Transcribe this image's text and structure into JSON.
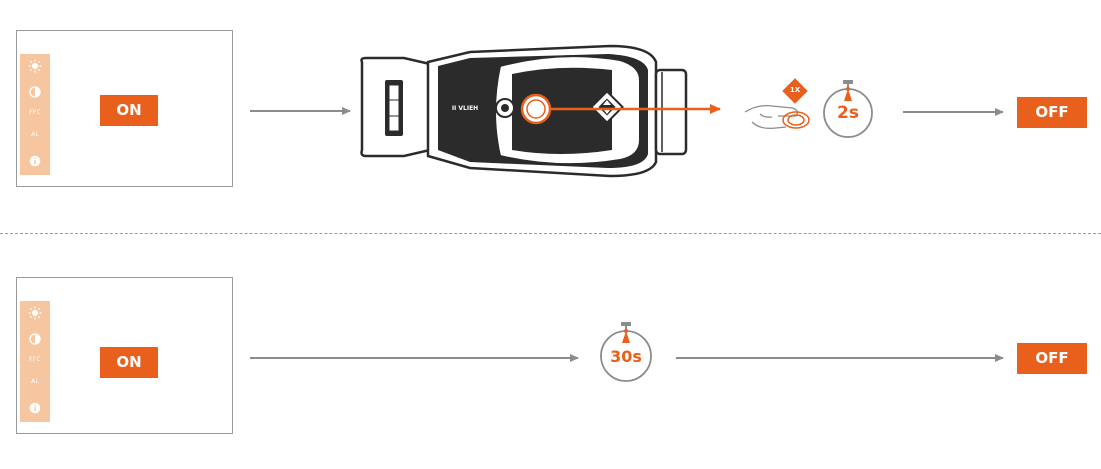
{
  "row1": {
    "screen": {
      "sidebar": [
        "brightness-icon",
        "contrast-icon",
        "FFC",
        "AL",
        "info-icon"
      ],
      "status": "ON"
    },
    "action": {
      "press_count": "1X",
      "hold_time": "2s",
      "device_label": "II VLIEH"
    },
    "result": "OFF"
  },
  "row2": {
    "screen": {
      "sidebar": [
        "brightness-icon",
        "contrast-icon",
        "FFC",
        "AL",
        "info-icon"
      ],
      "status": "ON"
    },
    "action": {
      "timer": "30s"
    },
    "result": "OFF"
  },
  "colors": {
    "accent": "#e8601c",
    "sidebar": "#f6c6a0",
    "arrow": "#8c8c8c",
    "device": "#2b2b2b"
  }
}
